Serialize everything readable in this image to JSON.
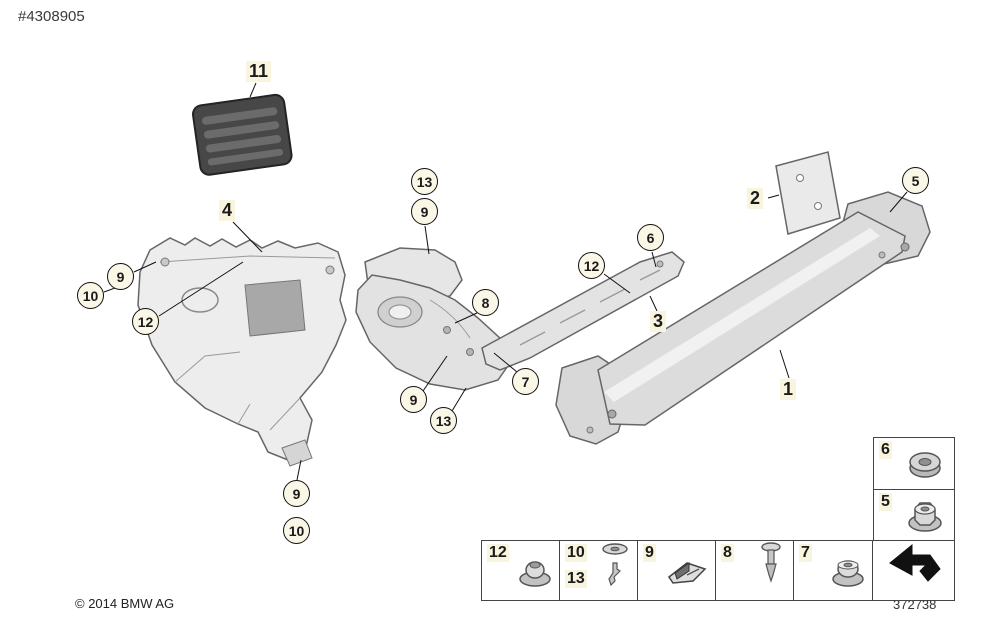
{
  "page": {
    "doc_number": "#4308905",
    "copyright": "© 2014 BMW AG",
    "diagram_number": "372738"
  },
  "callouts": {
    "n1": "1",
    "n2": "2",
    "n3": "3",
    "n4": "4",
    "n5": "5",
    "n6": "6",
    "n7": "7",
    "n8": "8",
    "n9": "9",
    "n10": "10",
    "n11": "11",
    "n12": "12",
    "n13": "13"
  },
  "legend": {
    "cells": [
      {
        "number": "12",
        "icon": "plastic-nut"
      },
      {
        "number_top": "10",
        "number_bottom": "13",
        "icon": "push-rivet"
      },
      {
        "number": "9",
        "icon": "clamp-clip"
      },
      {
        "number": "8",
        "icon": "expansion-rivet"
      },
      {
        "number": "7",
        "icon": "plastic-nut"
      },
      {
        "icon": "direction-arrow"
      }
    ],
    "side": [
      {
        "number": "6",
        "icon": "grommet"
      },
      {
        "number": "5",
        "icon": "flange-nut"
      }
    ]
  }
}
